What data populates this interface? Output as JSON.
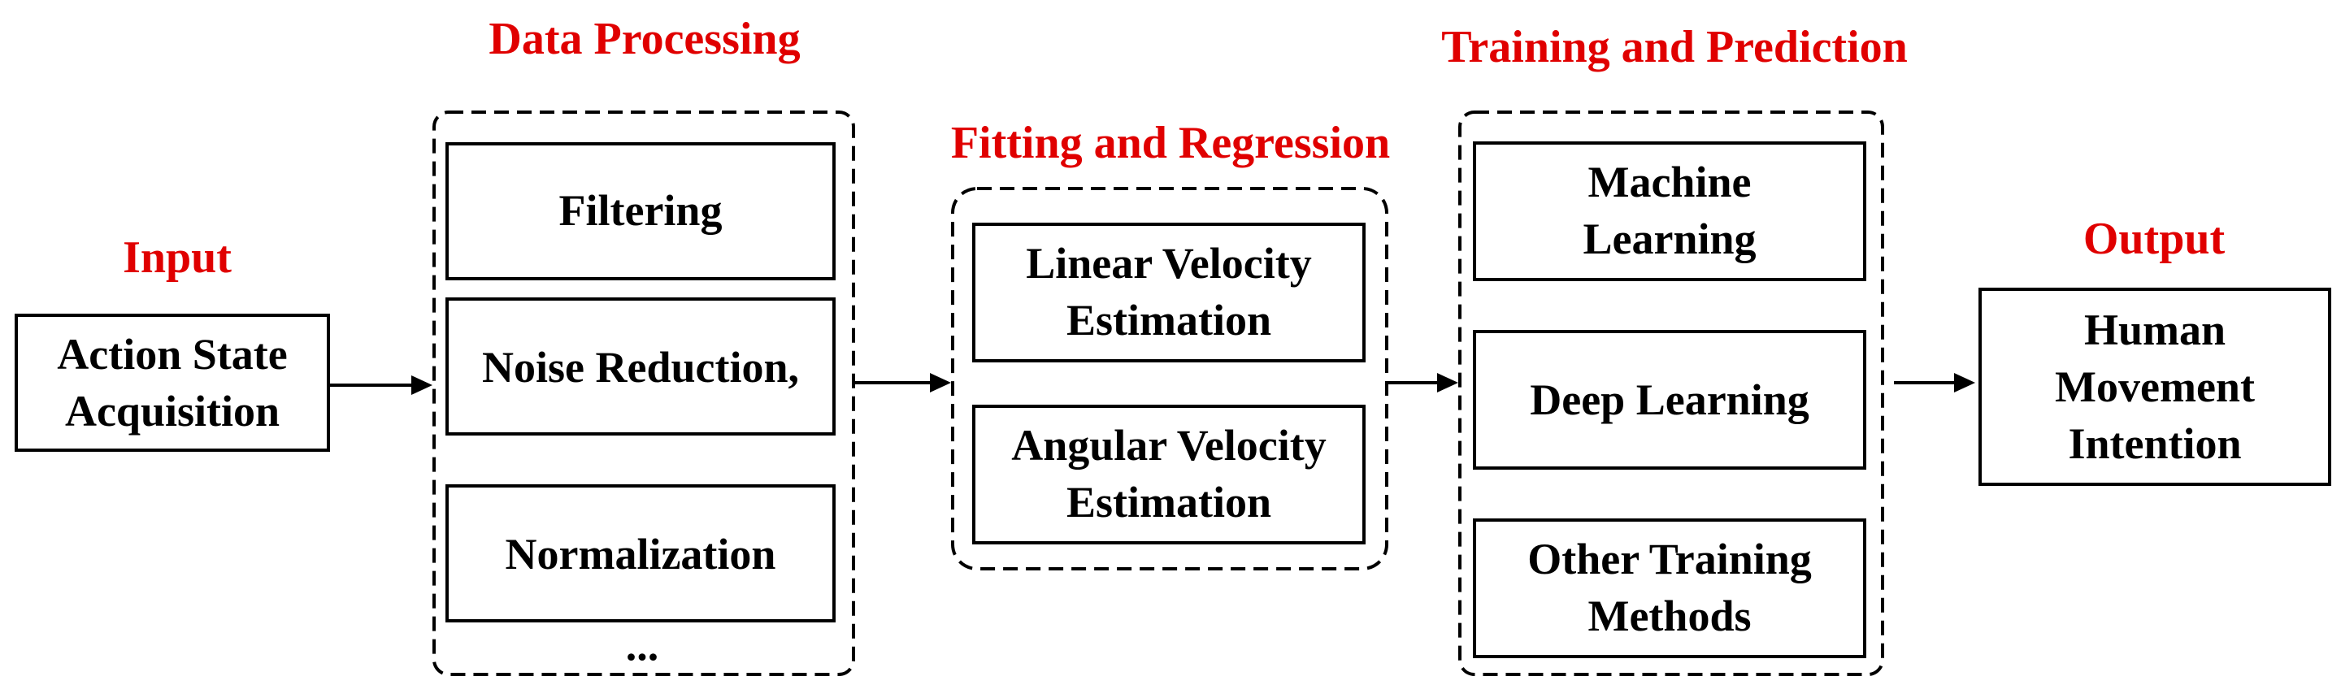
{
  "colors": {
    "heading": "#e00000",
    "text": "#000000",
    "stroke": "#000000",
    "background": "#ffffff"
  },
  "stages": {
    "input": {
      "heading": "Input",
      "box_lines": [
        "Action State",
        "Acquisition"
      ]
    },
    "data_processing": {
      "heading": "Data Processing",
      "items": [
        {
          "lines": [
            "Filtering"
          ]
        },
        {
          "lines": [
            "Noise Reduction,"
          ]
        },
        {
          "lines": [
            "Normalization"
          ]
        }
      ],
      "ellipsis": "..."
    },
    "fitting": {
      "heading": "Fitting and Regression",
      "items": [
        {
          "lines": [
            "Linear Velocity",
            "Estimation"
          ]
        },
        {
          "lines": [
            "Angular Velocity",
            "Estimation"
          ]
        }
      ]
    },
    "training": {
      "heading": "Training and Prediction",
      "items": [
        {
          "lines": [
            "Machine",
            "Learning"
          ]
        },
        {
          "lines": [
            "Deep Learning"
          ]
        },
        {
          "lines": [
            "Other Training",
            "Methods"
          ]
        }
      ]
    },
    "output": {
      "heading": "Output",
      "box_lines": [
        "Human",
        "Movement",
        "Intention"
      ]
    }
  }
}
